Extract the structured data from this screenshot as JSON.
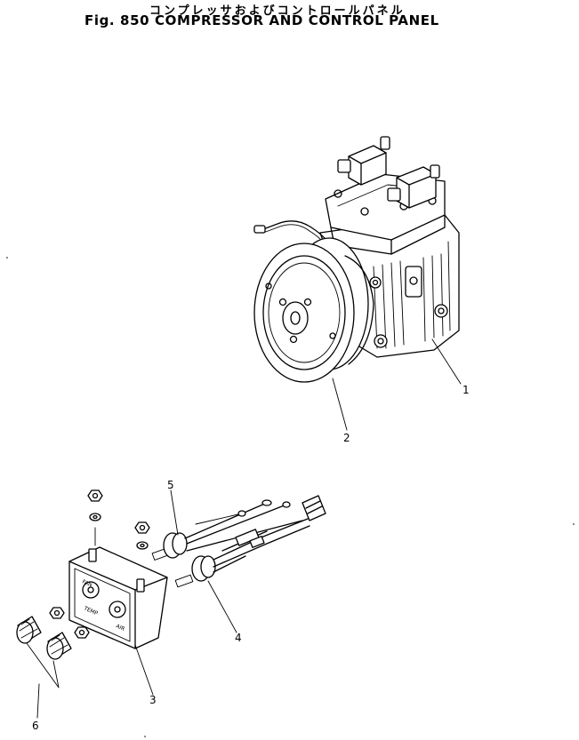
{
  "figure": {
    "title_jp": "コンプレッサおよびコントロールパネル",
    "title_en": "Fig. 850  COMPRESSOR AND CONTROL PANEL"
  },
  "callouts": [
    {
      "id": "1",
      "label": "1"
    },
    {
      "id": "2",
      "label": "2"
    },
    {
      "id": "3",
      "label": "3"
    },
    {
      "id": "4",
      "label": "4"
    },
    {
      "id": "5",
      "label": "5"
    },
    {
      "id": "6",
      "label": "6"
    }
  ],
  "panel_markings": {
    "fan_label": "FAN",
    "temp_label": "TEMP",
    "air_label": "AIR"
  }
}
